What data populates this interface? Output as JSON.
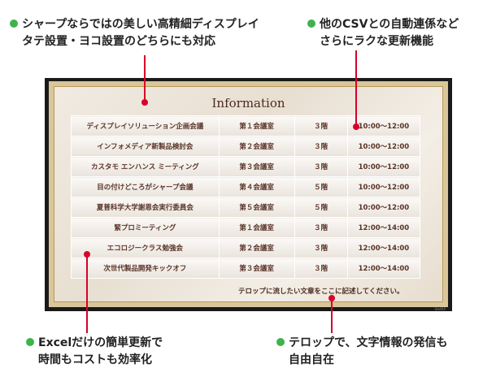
{
  "annotations": {
    "top_left": [
      "シャープならではの美しい高精細ディスプレイ",
      "タテ設置・ヨコ設置のどちらにも対応"
    ],
    "top_right": [
      "他のCSVとの自動連係など",
      "さらにラクな更新機能"
    ],
    "bottom_left": [
      "Excelだけの簡単更新で",
      "時間もコストも効率化"
    ],
    "bottom_right": [
      "テロップで、文字情報の発信も",
      "自由自在"
    ]
  },
  "screen": {
    "title": "Information",
    "rows": [
      [
        "ディスプレイソリューション企画会議",
        "第１会議室",
        "３階",
        "10:00～12:00"
      ],
      [
        "インフォメディア新製品検討会",
        "第２会議室",
        "３階",
        "10:00～12:00"
      ],
      [
        "カスタモ エンハンス ミーティング",
        "第３会議室",
        "３階",
        "10:00～12:00"
      ],
      [
        "目の付けどころがシャープ会議",
        "第４会議室",
        "５階",
        "10:00～12:00"
      ],
      [
        "夏普科学大学謝恩会実行委員会",
        "第５会議室",
        "５階",
        "10:00～12:00"
      ],
      [
        "緊プロミーティング",
        "第１会議室",
        "３階",
        "12:00～14:00"
      ],
      [
        "エコロジークラス勉強会",
        "第２会議室",
        "３階",
        "12:00～14:00"
      ],
      [
        "次世代製品開発キックオフ",
        "第３会議室",
        "３階",
        "12:00～14:00"
      ]
    ],
    "telop": "テロップに流したい文章をここに記述してください。",
    "brand": "SHARP"
  },
  "colors": {
    "bullet": "#3cb44b",
    "pointer": "#d8002a"
  }
}
